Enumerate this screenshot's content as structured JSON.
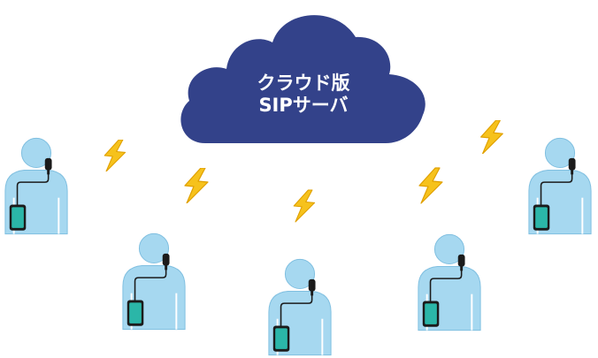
{
  "cloud": {
    "label_line1": "クラウド版",
    "label_line2": "SIPサーバ",
    "color": "#33428a"
  },
  "colors": {
    "person": "#a6d8f0",
    "person_outline": "#7fbfe0",
    "bolt": "#f6c21c",
    "bolt_outline": "#e0a000",
    "device": "#2bb6a8",
    "cable": "#1b1b1b"
  },
  "users": [
    {
      "id": "user-1",
      "icon": "user-with-mic-and-phone-icon"
    },
    {
      "id": "user-2",
      "icon": "user-with-mic-and-phone-icon"
    },
    {
      "id": "user-3",
      "icon": "user-with-mic-and-phone-icon"
    },
    {
      "id": "user-4",
      "icon": "user-with-mic-and-phone-icon"
    },
    {
      "id": "user-5",
      "icon": "user-with-mic-and-phone-icon"
    },
    {
      "id": "user-6",
      "icon": "user-with-mic-and-phone-icon"
    }
  ],
  "bolts": [
    {
      "id": "bolt-1",
      "icon": "lightning-bolt-icon"
    },
    {
      "id": "bolt-2",
      "icon": "lightning-bolt-icon"
    },
    {
      "id": "bolt-3",
      "icon": "lightning-bolt-icon"
    },
    {
      "id": "bolt-4",
      "icon": "lightning-bolt-icon"
    },
    {
      "id": "bolt-5",
      "icon": "lightning-bolt-icon"
    }
  ]
}
